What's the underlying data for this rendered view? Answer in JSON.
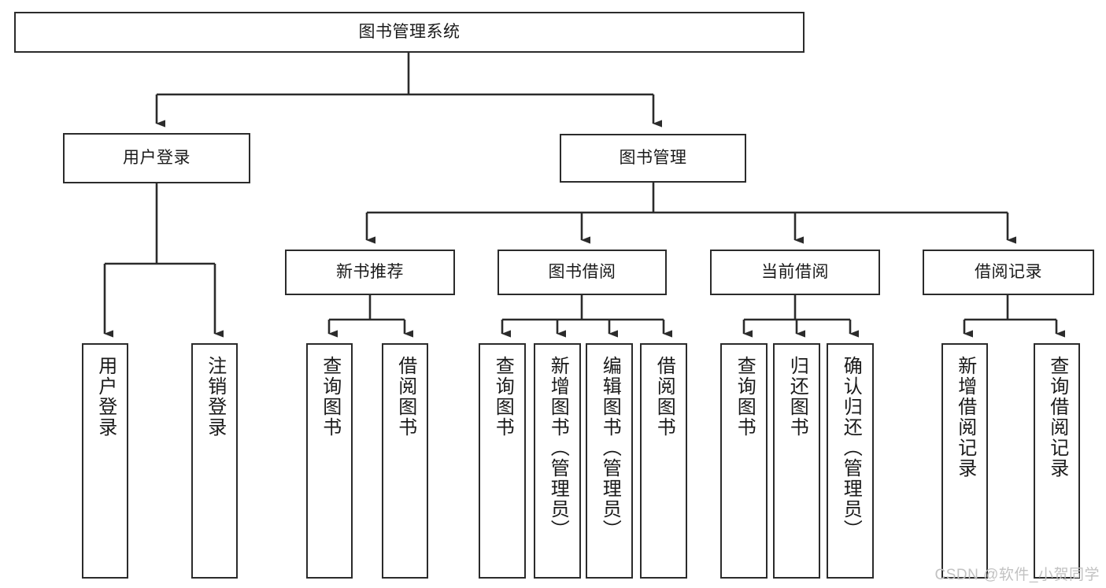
{
  "diagram": {
    "title_node": {
      "label": "图书管理系统"
    },
    "level2": [
      {
        "label": "用户登录"
      },
      {
        "label": "图书管理"
      }
    ],
    "level3": [
      {
        "label": "新书推荐"
      },
      {
        "label": "图书借阅"
      },
      {
        "label": "当前借阅"
      },
      {
        "label": "借阅记录"
      }
    ],
    "leaves": {
      "user_login": [
        {
          "label": "用户登录"
        },
        {
          "label": "注销登录"
        }
      ],
      "new_book_recommend": [
        {
          "label": "查询图书"
        },
        {
          "label": "借阅图书"
        }
      ],
      "book_borrow": [
        {
          "label": "查询图书"
        },
        {
          "label": "新增图书（管理员）"
        },
        {
          "label": "编辑图书（管理员）"
        },
        {
          "label": "借阅图书"
        }
      ],
      "current_borrow": [
        {
          "label": "查询图书"
        },
        {
          "label": "归还图书"
        },
        {
          "label": "确认归还（管理员）"
        }
      ],
      "borrow_records": [
        {
          "label": "新增借阅记录"
        },
        {
          "label": "查询借阅记录"
        }
      ]
    },
    "watermark": "CSDN @软件_小贺同学",
    "colors": {
      "box_border": "#2b2b2b",
      "box_fill": "#ffffff",
      "connector": "#2b2b2b",
      "text": "#1a1a1a",
      "watermark": "#c2c2c2",
      "background": "#ffffff"
    }
  }
}
